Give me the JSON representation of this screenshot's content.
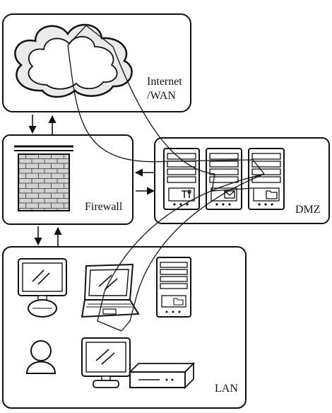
{
  "diagram": {
    "type": "network-topology",
    "zones": {
      "internet": {
        "label_line1": "Internet",
        "label_line2": "/WAN"
      },
      "firewall": {
        "label": "Firewall"
      },
      "dmz": {
        "label": "DMZ"
      },
      "lan": {
        "label": "LAN"
      }
    },
    "dmz_servers": [
      {
        "icon": "tools-icon"
      },
      {
        "icon": "mail-icon"
      },
      {
        "icon": "folder-icon"
      }
    ],
    "lan_devices": [
      "desktop-monitor",
      "laptop",
      "file-server",
      "user",
      "desktop-pc",
      "printer"
    ]
  }
}
